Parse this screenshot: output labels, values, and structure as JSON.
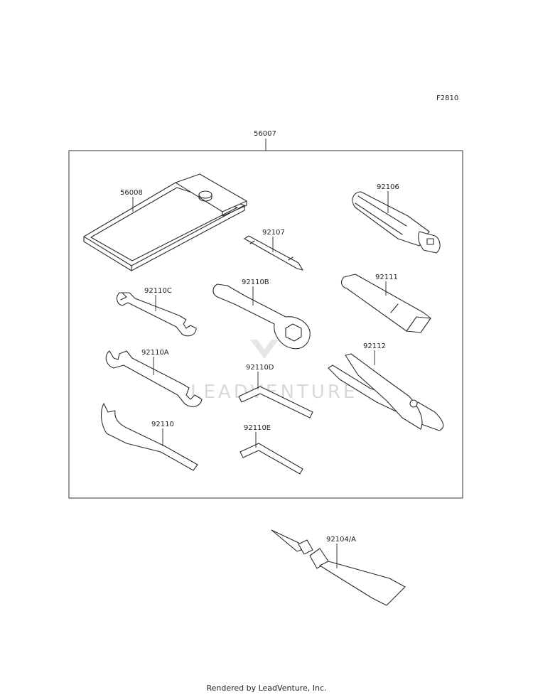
{
  "diagram": {
    "code": "F2810",
    "kit_label": "56007",
    "parts": {
      "pouch": "56008",
      "screwdriver_handle": "92106",
      "screwdriver_bit": "92107",
      "extension": "92111",
      "wrench_c": "92110C",
      "ring_wrench_b": "92110B",
      "wrench_a": "92110A",
      "hex_key_d": "92110D",
      "pliers": "92112",
      "spanner": "92110",
      "hex_key_e": "92110E",
      "cement": "92104/A"
    },
    "watermark": "LEADVENTURE"
  },
  "footer": "Rendered by LeadVenture, Inc."
}
